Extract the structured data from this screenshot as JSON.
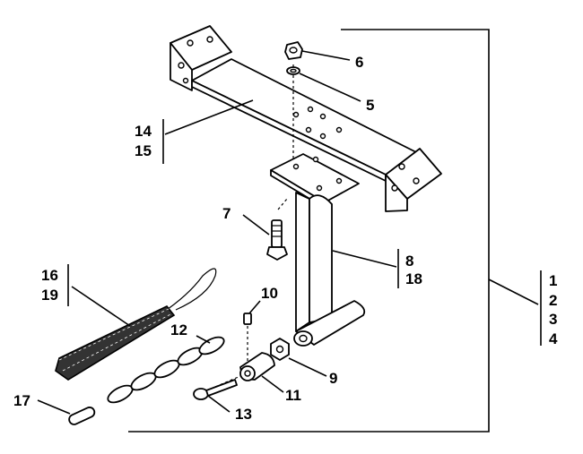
{
  "callouts": {
    "c6": "6",
    "c5": "5",
    "c14": "14",
    "c15": "15",
    "c7": "7",
    "c8": "8",
    "c18": "18",
    "c16": "16",
    "c19": "19",
    "c10": "10",
    "c12": "12",
    "c9": "9",
    "c11": "11",
    "c13": "13",
    "c17": "17",
    "c1": "1",
    "c2": "2",
    "c3": "3",
    "c4": "4"
  }
}
